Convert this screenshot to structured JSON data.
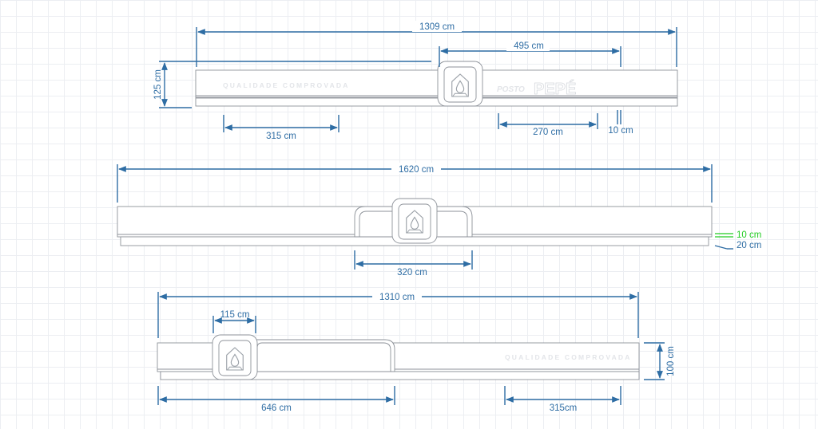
{
  "elevation_top": {
    "total_width": "1309 cm",
    "logo_to_end": "495 cm",
    "height": "125 cm",
    "text_length": "315 cm",
    "brand_length": "270 cm",
    "end_gap": "10 cm",
    "sign_text": "QUALIDADE COMPROVADA",
    "brand_prefix": "POSTO",
    "brand_name": "PEPÉ"
  },
  "elevation_middle": {
    "total_width": "1620 cm",
    "center_module": "320 cm",
    "step_green": "10 cm",
    "step_base": "20 cm"
  },
  "elevation_bottom": {
    "total_width": "1310 cm",
    "logo_width": "115 cm",
    "height": "100 cm",
    "raised_length": "646 cm",
    "text_length": "315cm",
    "sign_text": "QUALIDADE COMPROVADA"
  },
  "colors": {
    "dimension": "#2e6da4",
    "highlight": "#22cc22",
    "outline": "#8d9299",
    "grid": "#eceef2"
  }
}
